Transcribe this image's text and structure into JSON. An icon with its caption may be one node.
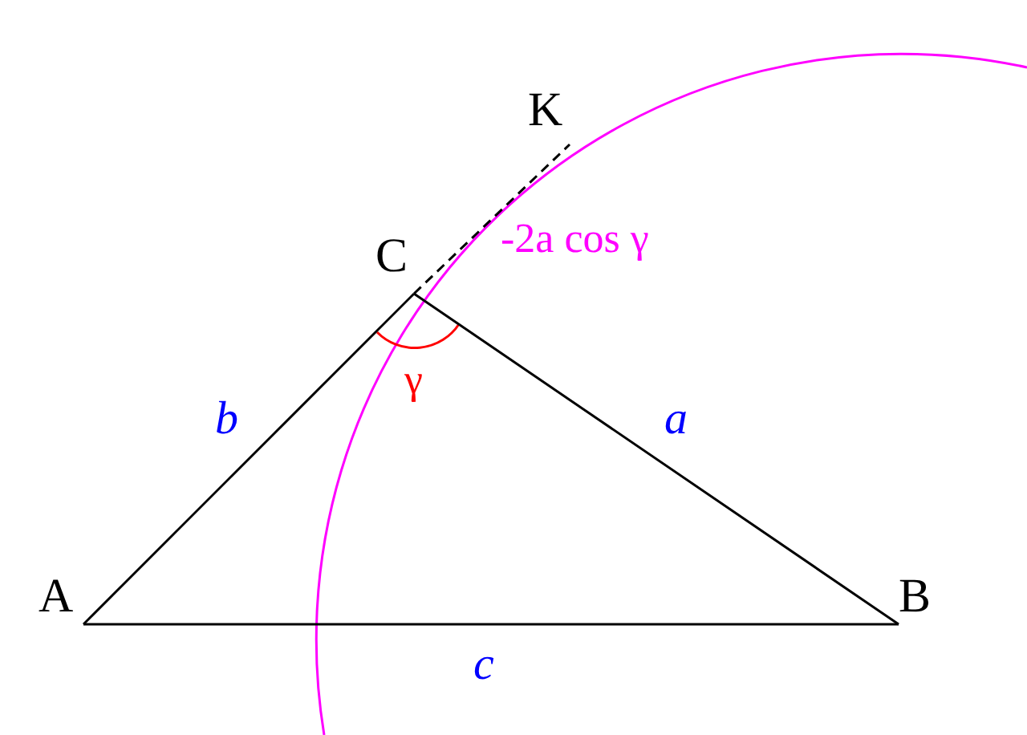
{
  "diagram": {
    "nodes": [
      {
        "text": [
          "K"
        ]
      },
      {
        "text": [
          "C"
        ]
      },
      {
        "text": [
          "A"
        ]
      },
      {
        "text": [
          "B"
        ]
      }
    ],
    "edges": [
      {
        "from": 2,
        "to": 1,
        "arrow": "none",
        "label": "b"
      },
      {
        "from": 1,
        "to": 3,
        "arrow": "none",
        "label": "a"
      },
      {
        "from": 2,
        "to": 3,
        "arrow": "none",
        "label": "c"
      },
      {
        "from": 1,
        "to": 0,
        "arrow": "none",
        "label": "-2a cos γ",
        "style": "dashed"
      }
    ],
    "labels": [
      "γ"
    ]
  }
}
